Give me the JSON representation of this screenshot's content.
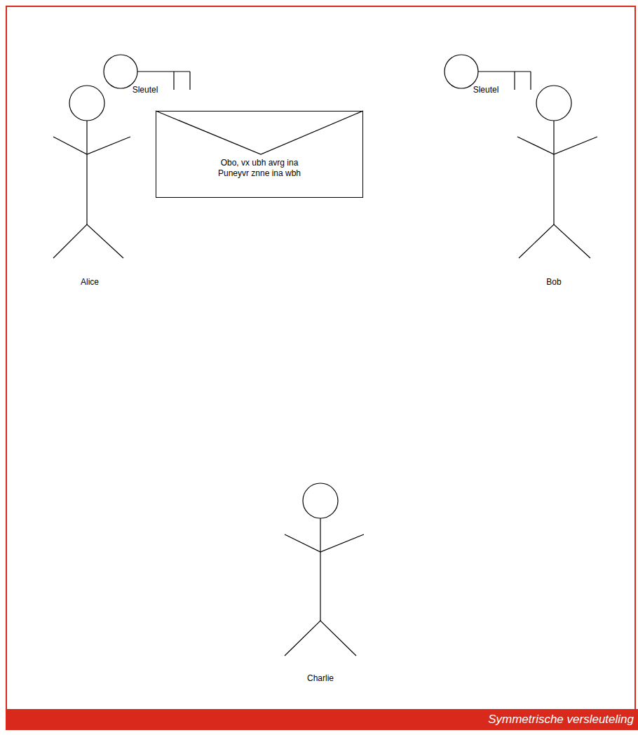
{
  "diagram": {
    "caption": "Symmetrische versleuteling",
    "nodes": [
      {
        "text": [
          "Sleutel"
        ]
      },
      {
        "text": [
          "Sleutel"
        ]
      },
      {
        "text": [
          "Obo, vx ubh avrg ina Puneyvr znne ina wbh"
        ]
      },
      {
        "text": [
          "Alice"
        ]
      },
      {
        "text": [
          "Bob"
        ]
      },
      {
        "text": [
          "Charlie"
        ]
      }
    ]
  }
}
